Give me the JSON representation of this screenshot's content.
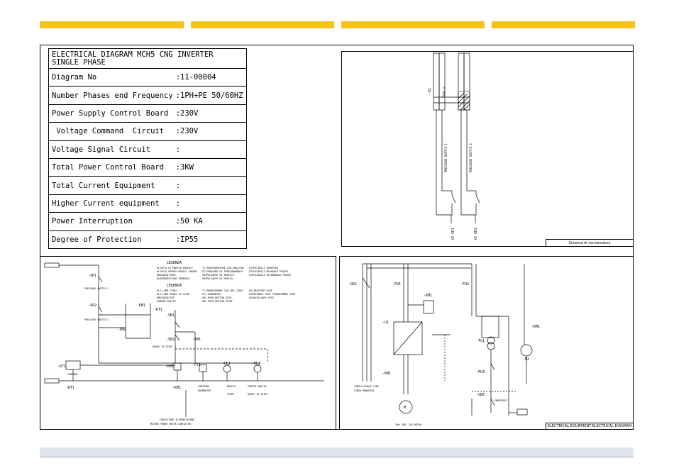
{
  "colors": {
    "accent_bar": "#f7c317",
    "line": "#000000",
    "footer": "#dfe4ea"
  },
  "spec_table": {
    "title_line1": "ELECTRICAL DIAGRAM MCH5 CNG INVERTER",
    "title_line2": "SINGLE PHASE",
    "rows": [
      {
        "label": "Diagram No",
        "value": ":11-00004"
      },
      {
        "label": "Number Phases end Frequency",
        "value": ":1PH+PE 50/60HZ"
      },
      {
        "label": "Power Supply Control Board",
        "value": ":230V"
      },
      {
        "label": " Voltage Command  Circuit",
        "value": ":230V"
      },
      {
        "label": "Voltage Signal Circuit",
        "value": ":"
      },
      {
        "label": "Total Power Control Board",
        "value": ":3KW"
      },
      {
        "label": "Total Current Equipment",
        "value": ":"
      },
      {
        "label": "Higher Current equipment",
        "value": ":"
      },
      {
        "label": "Power Interruption",
        "value": ":50 KA"
      },
      {
        "label": "Degree of Protection",
        "value": ":IP55"
      }
    ]
  },
  "connection_panel": {
    "caption": "Schema di connessione",
    "terminal_block": "-X1",
    "terminal_sub": "Tmax =",
    "switch_labels": [
      "PRESSURE SWITCH 1",
      "PRESSURE SWITCH 2"
    ],
    "device_labels": [
      "+E-SP1",
      "+E-SP2"
    ]
  },
  "control_panel": {
    "legend_title_it": "LEGENDA",
    "legend_title_en": "LEGENDA",
    "legend_it": [
      "HL1SPIA DI MARCIA INSERIT",
      "HL2SPIA PRONTO MARCIA INSERI",
      "KMICONTATTORE",
      "QSINTERRUTTORE GENERALE"
    ],
    "legend_it_2": [
      "TC1TRASFORMATORE 230-400/230V",
      "PTICONTAORE DI FUNZIONAMENTO",
      "SB1PULSANTE DI ARRESTO",
      "SB2PULSANTE DI MARCIA"
    ],
    "legend_it_3": [
      "FU1FUSIBILI INVERTER",
      "FU2FUSIBILI PRIMARIO TRASFO",
      "FU3FUSIBILI SECONDARIO TRASFO",
      ""
    ],
    "legend_en": [
      "HL1 LAMP START",
      "HL2 LAMP READY TO START",
      "KMICONTACTOR",
      "QSMAIN SWITCH"
    ],
    "legend_en_2": [
      "TC1TRANSFORMER 230-400 /230V",
      "PT1 HOURMETER",
      "SB1 PUSH BUTTON STOP",
      "SB2 PUSH BUTTON START"
    ],
    "legend_en_3": [
      "FU1INVERTER FUSE",
      "FU2PRIMARY FUSE TRANSFORMER 230V",
      "FU3AUXILIARY FUSE",
      ""
    ],
    "labels": {
      "sp1": "-SP1",
      "sp1_sub": "PRESSURE SWITCH 1",
      "sp2": "-SP2",
      "sp2_sub": "PRESSURE SWITCH 2",
      "km1a": "-KM1",
      "kt1a": "-KT1",
      "inv": "-INV",
      "sb1": "-SB1",
      "sb2": "-SB2",
      "km1b": "-KM1",
      "ready": "READY TO START",
      "km1c": "-KM1",
      "pt1": "-PT1",
      "hl1": "-HL1",
      "hl2": "-HL2",
      "kt1": "-KT1",
      "kt1_sub": "FUNZION",
      "bottom_kt1": "-KT1",
      "bottom_km1": "-KM1",
      "contaore": "CONTAORE",
      "hourmeter": "HOURMETER",
      "marcia": "MARCIA",
      "start": "START",
      "pronto": "PRONTO MARCIA",
      "ready_start": "READY TO START",
      "contattore": "CONTATTORE ALIMENTAZIONE",
      "motor_contactor": "MOTORE POWER MOTOR CONTACTOR"
    }
  },
  "power_panel": {
    "caption": "ELECTRICAL EQUIPMENT-ELECTRICAL DIAGRAM",
    "labels": {
      "qs1": "-QS1",
      "fu1": "-FU1",
      "fu2": "-FU2",
      "km1": "-KM1",
      "u1": "-U1",
      "tc1": "-TC1",
      "m2": "-M2",
      "fu3": "-FU3",
      "km1b": "-KM1",
      "sde": "-SDE",
      "emergency": "EMERGENCY",
      "m1": "M",
      "line": "SINGLE-PHASE LINE",
      "line_sub": "LINEA MONOFASE",
      "motor": "3kW 230V  12A  MOTOR",
      "km1c": "-KM1"
    }
  }
}
